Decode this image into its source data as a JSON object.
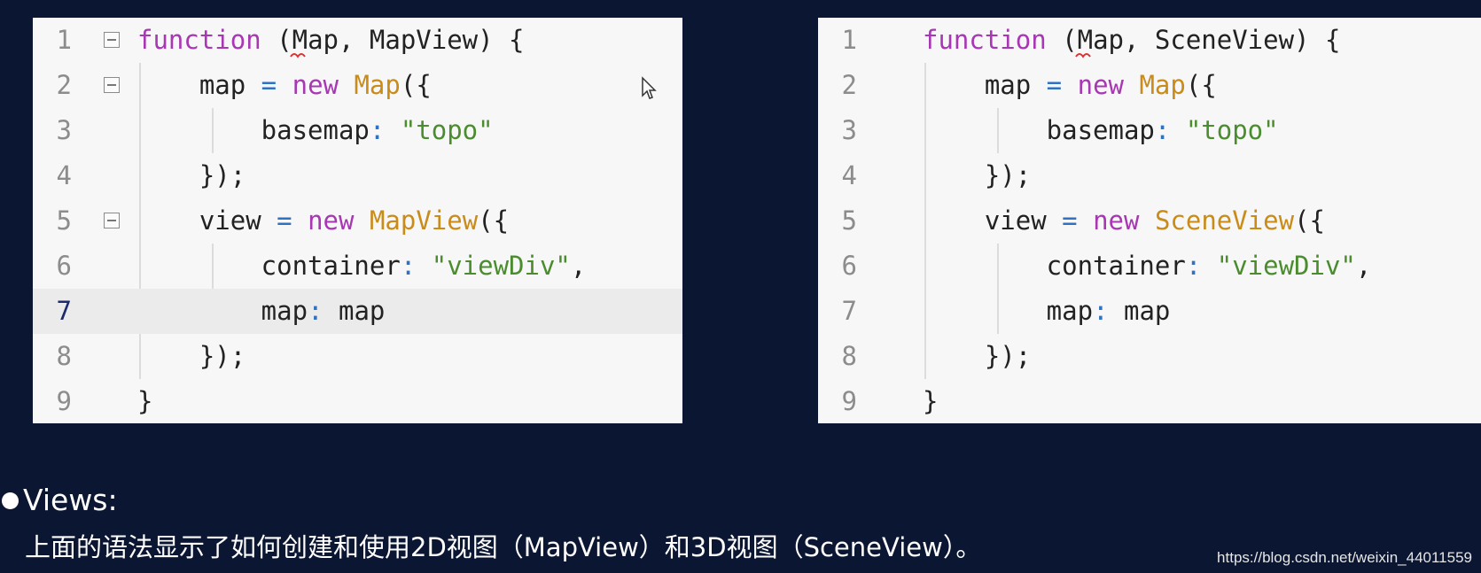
{
  "colors": {
    "background": "#0b1632",
    "editor_background": "#f7f7f7",
    "keyword": "#a737b3",
    "class_name": "#c98c1a",
    "string": "#4b8c2f",
    "operator": "#2f72c4",
    "line_number": "#8c8c8c",
    "active_line_number": "#1c2a6e"
  },
  "left_editor": {
    "lines": [
      {
        "number": "1",
        "fold": true,
        "tokens": [
          {
            "text": "function",
            "kind": "kw"
          },
          {
            "text": " (Map, MapView) {",
            "kind": "p"
          }
        ]
      },
      {
        "number": "2",
        "fold": true,
        "tokens": [
          {
            "text": "    map",
            "kind": "p"
          },
          {
            "text": " = ",
            "kind": "op"
          },
          {
            "text": "new",
            "kind": "kw"
          },
          {
            "text": " ",
            "kind": "p"
          },
          {
            "text": "Map",
            "kind": "cls"
          },
          {
            "text": "({",
            "kind": "p"
          }
        ]
      },
      {
        "number": "3",
        "fold": false,
        "tokens": [
          {
            "text": "        basemap",
            "kind": "p"
          },
          {
            "text": ": ",
            "kind": "op"
          },
          {
            "text": "\"topo\"",
            "kind": "str"
          }
        ]
      },
      {
        "number": "4",
        "fold": false,
        "tokens": [
          {
            "text": "    });",
            "kind": "p"
          }
        ]
      },
      {
        "number": "5",
        "fold": true,
        "tokens": [
          {
            "text": "    view",
            "kind": "p"
          },
          {
            "text": " = ",
            "kind": "op"
          },
          {
            "text": "new",
            "kind": "kw"
          },
          {
            "text": " ",
            "kind": "p"
          },
          {
            "text": "MapView",
            "kind": "cls"
          },
          {
            "text": "({",
            "kind": "p"
          }
        ]
      },
      {
        "number": "6",
        "fold": false,
        "tokens": [
          {
            "text": "        container",
            "kind": "p"
          },
          {
            "text": ": ",
            "kind": "op"
          },
          {
            "text": "\"viewDiv\"",
            "kind": "str"
          },
          {
            "text": ",",
            "kind": "p"
          }
        ]
      },
      {
        "number": "7",
        "fold": false,
        "active": true,
        "tokens": [
          {
            "text": "        map",
            "kind": "p"
          },
          {
            "text": ": ",
            "kind": "op"
          },
          {
            "text": "map",
            "kind": "p"
          }
        ]
      },
      {
        "number": "8",
        "fold": false,
        "tokens": [
          {
            "text": "    });",
            "kind": "p"
          }
        ]
      },
      {
        "number": "9",
        "fold": false,
        "tokens": [
          {
            "text": "}",
            "kind": "p"
          }
        ]
      }
    ]
  },
  "right_editor": {
    "lines": [
      {
        "number": "1",
        "fold": false,
        "tokens": [
          {
            "text": "function",
            "kind": "kw"
          },
          {
            "text": " (Map, SceneView) {",
            "kind": "p"
          }
        ]
      },
      {
        "number": "2",
        "fold": false,
        "tokens": [
          {
            "text": "    map",
            "kind": "p"
          },
          {
            "text": " = ",
            "kind": "op"
          },
          {
            "text": "new",
            "kind": "kw"
          },
          {
            "text": " ",
            "kind": "p"
          },
          {
            "text": "Map",
            "kind": "cls"
          },
          {
            "text": "({",
            "kind": "p"
          }
        ]
      },
      {
        "number": "3",
        "fold": false,
        "tokens": [
          {
            "text": "        basemap",
            "kind": "p"
          },
          {
            "text": ": ",
            "kind": "op"
          },
          {
            "text": "\"topo\"",
            "kind": "str"
          }
        ]
      },
      {
        "number": "4",
        "fold": false,
        "tokens": [
          {
            "text": "    });",
            "kind": "p"
          }
        ]
      },
      {
        "number": "5",
        "fold": false,
        "tokens": [
          {
            "text": "    view",
            "kind": "p"
          },
          {
            "text": " = ",
            "kind": "op"
          },
          {
            "text": "new",
            "kind": "kw"
          },
          {
            "text": " ",
            "kind": "p"
          },
          {
            "text": "SceneView",
            "kind": "cls"
          },
          {
            "text": "({",
            "kind": "p"
          }
        ]
      },
      {
        "number": "6",
        "fold": false,
        "tokens": [
          {
            "text": "        container",
            "kind": "p"
          },
          {
            "text": ": ",
            "kind": "op"
          },
          {
            "text": "\"viewDiv\"",
            "kind": "str"
          },
          {
            "text": ",",
            "kind": "p"
          }
        ]
      },
      {
        "number": "7",
        "fold": false,
        "tokens": [
          {
            "text": "        map",
            "kind": "p"
          },
          {
            "text": ": ",
            "kind": "op"
          },
          {
            "text": "map",
            "kind": "p"
          }
        ]
      },
      {
        "number": "8",
        "fold": false,
        "tokens": [
          {
            "text": "    });",
            "kind": "p"
          }
        ]
      },
      {
        "number": "9",
        "fold": false,
        "tokens": [
          {
            "text": "}",
            "kind": "p"
          }
        ]
      }
    ]
  },
  "bullet": {
    "title": "Views:",
    "description": "上面的语法显示了如何创建和使用2D视图（MapView）和3D视图（SceneView）。"
  },
  "watermark": "https://blog.csdn.net/weixin_44011559",
  "icons": {
    "fold": "fold-minus-icon",
    "squiggle": "spellcheck-squiggle-icon",
    "cursor": "mouse-pointer-icon"
  }
}
